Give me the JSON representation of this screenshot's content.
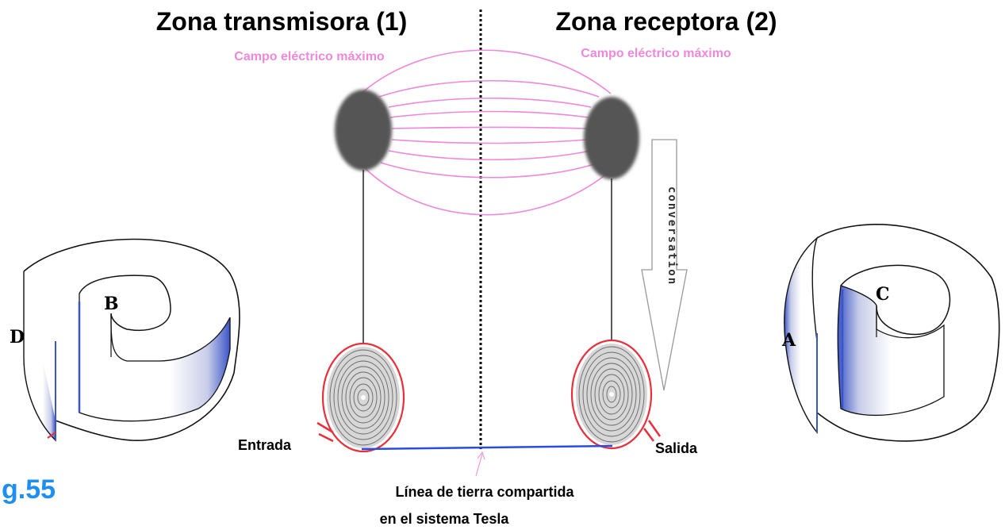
{
  "titles": {
    "transmitter": "Zona transmisora (1)",
    "receiver": "Zona receptora (2)"
  },
  "field_labels": {
    "left": "Campo eléctrico máximo",
    "right": "Campo eléctrico máximo"
  },
  "arrow_label": "conversation",
  "io_labels": {
    "input": "Entrada",
    "output": "Salida"
  },
  "ground_label": {
    "line1": "Línea de tierra compartida",
    "line2": "en el sistema Tesla"
  },
  "coil_letters": {
    "left_outer": "D",
    "left_inner": "B",
    "right_outer": "A",
    "right_inner": "C"
  },
  "figure_label": "g.55",
  "colors": {
    "field_lines": "#ee88d8",
    "ground_line": "#2a4de0",
    "coil_outline": "#e8303a",
    "sphere": "#555555",
    "figure_label": "#1e8ff0"
  }
}
